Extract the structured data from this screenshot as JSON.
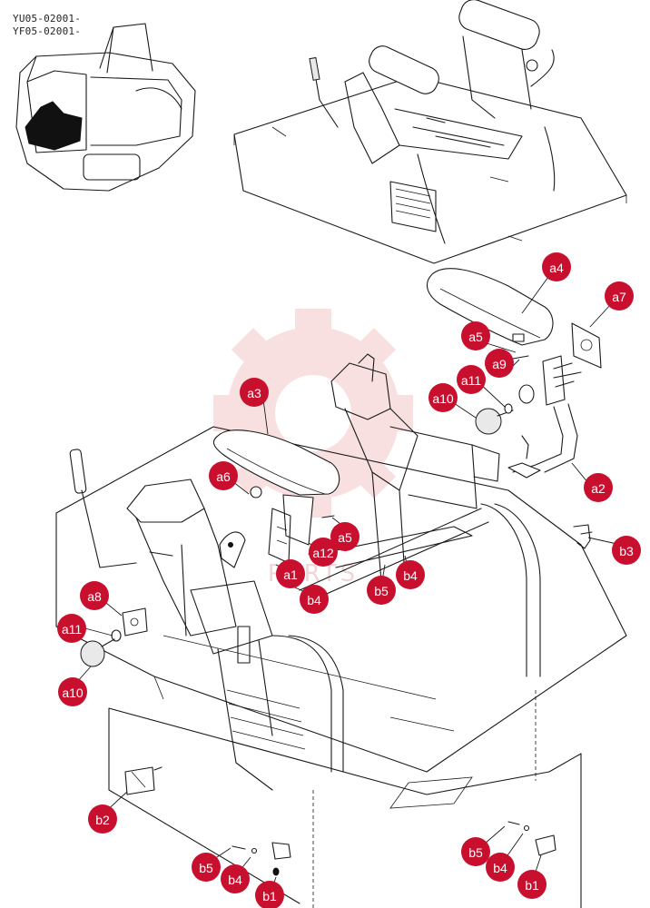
{
  "model_codes": [
    "YU05-02001-",
    "YF05-02001-"
  ],
  "watermark": {
    "color": "#f4c7c7"
  },
  "callouts": [
    {
      "id": "a4",
      "label": "a4"
    },
    {
      "id": "a7",
      "label": "a7"
    },
    {
      "id": "a5_top",
      "label": "a5"
    },
    {
      "id": "a9",
      "label": "a9"
    },
    {
      "id": "a11_right",
      "label": "a11"
    },
    {
      "id": "a10_right",
      "label": "a10"
    },
    {
      "id": "a3",
      "label": "a3"
    },
    {
      "id": "a2",
      "label": "a2"
    },
    {
      "id": "a6",
      "label": "a6"
    },
    {
      "id": "a5_mid",
      "label": "a5"
    },
    {
      "id": "b3",
      "label": "b3"
    },
    {
      "id": "a12",
      "label": "a12"
    },
    {
      "id": "a1",
      "label": "a1"
    },
    {
      "id": "b4_mid",
      "label": "b4"
    },
    {
      "id": "b5_mid",
      "label": "b5"
    },
    {
      "id": "b4_left",
      "label": "b4"
    },
    {
      "id": "a8",
      "label": "a8"
    },
    {
      "id": "a11_left",
      "label": "a11"
    },
    {
      "id": "a10_left",
      "label": "a10"
    },
    {
      "id": "b2",
      "label": "b2"
    },
    {
      "id": "b5_bl",
      "label": "b5"
    },
    {
      "id": "b4_bl",
      "label": "b4"
    },
    {
      "id": "b1_bl",
      "label": "b1"
    },
    {
      "id": "b5_br",
      "label": "b5"
    },
    {
      "id": "b4_br",
      "label": "b4"
    },
    {
      "id": "b1_br",
      "label": "b1"
    }
  ],
  "colors": {
    "callout": "#c8102e",
    "line": "#1a1a1a"
  }
}
